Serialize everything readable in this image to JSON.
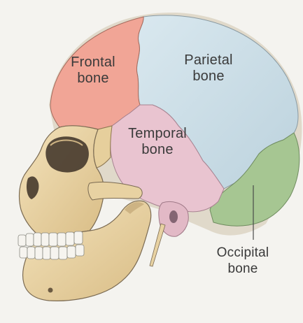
{
  "labels": {
    "frontal": {
      "line1": "Frontal",
      "line2": "bone"
    },
    "parietal": {
      "line1": "Parietal",
      "line2": "bone"
    },
    "temporal": {
      "line1": "Temporal",
      "line2": "bone"
    },
    "occipital": {
      "line1": "Occipital",
      "line2": "bone"
    }
  },
  "colors": {
    "background": "#f4f3ef",
    "frontal_bone": "#f1a596",
    "parietal_bone": "#cfe0e8",
    "temporal_bone": "#e9c4d0",
    "occipital_bone": "#a6c692",
    "face_bone": "#ecd6a8",
    "outline": "#7a6a52",
    "label_text": "#3a3a3a"
  }
}
